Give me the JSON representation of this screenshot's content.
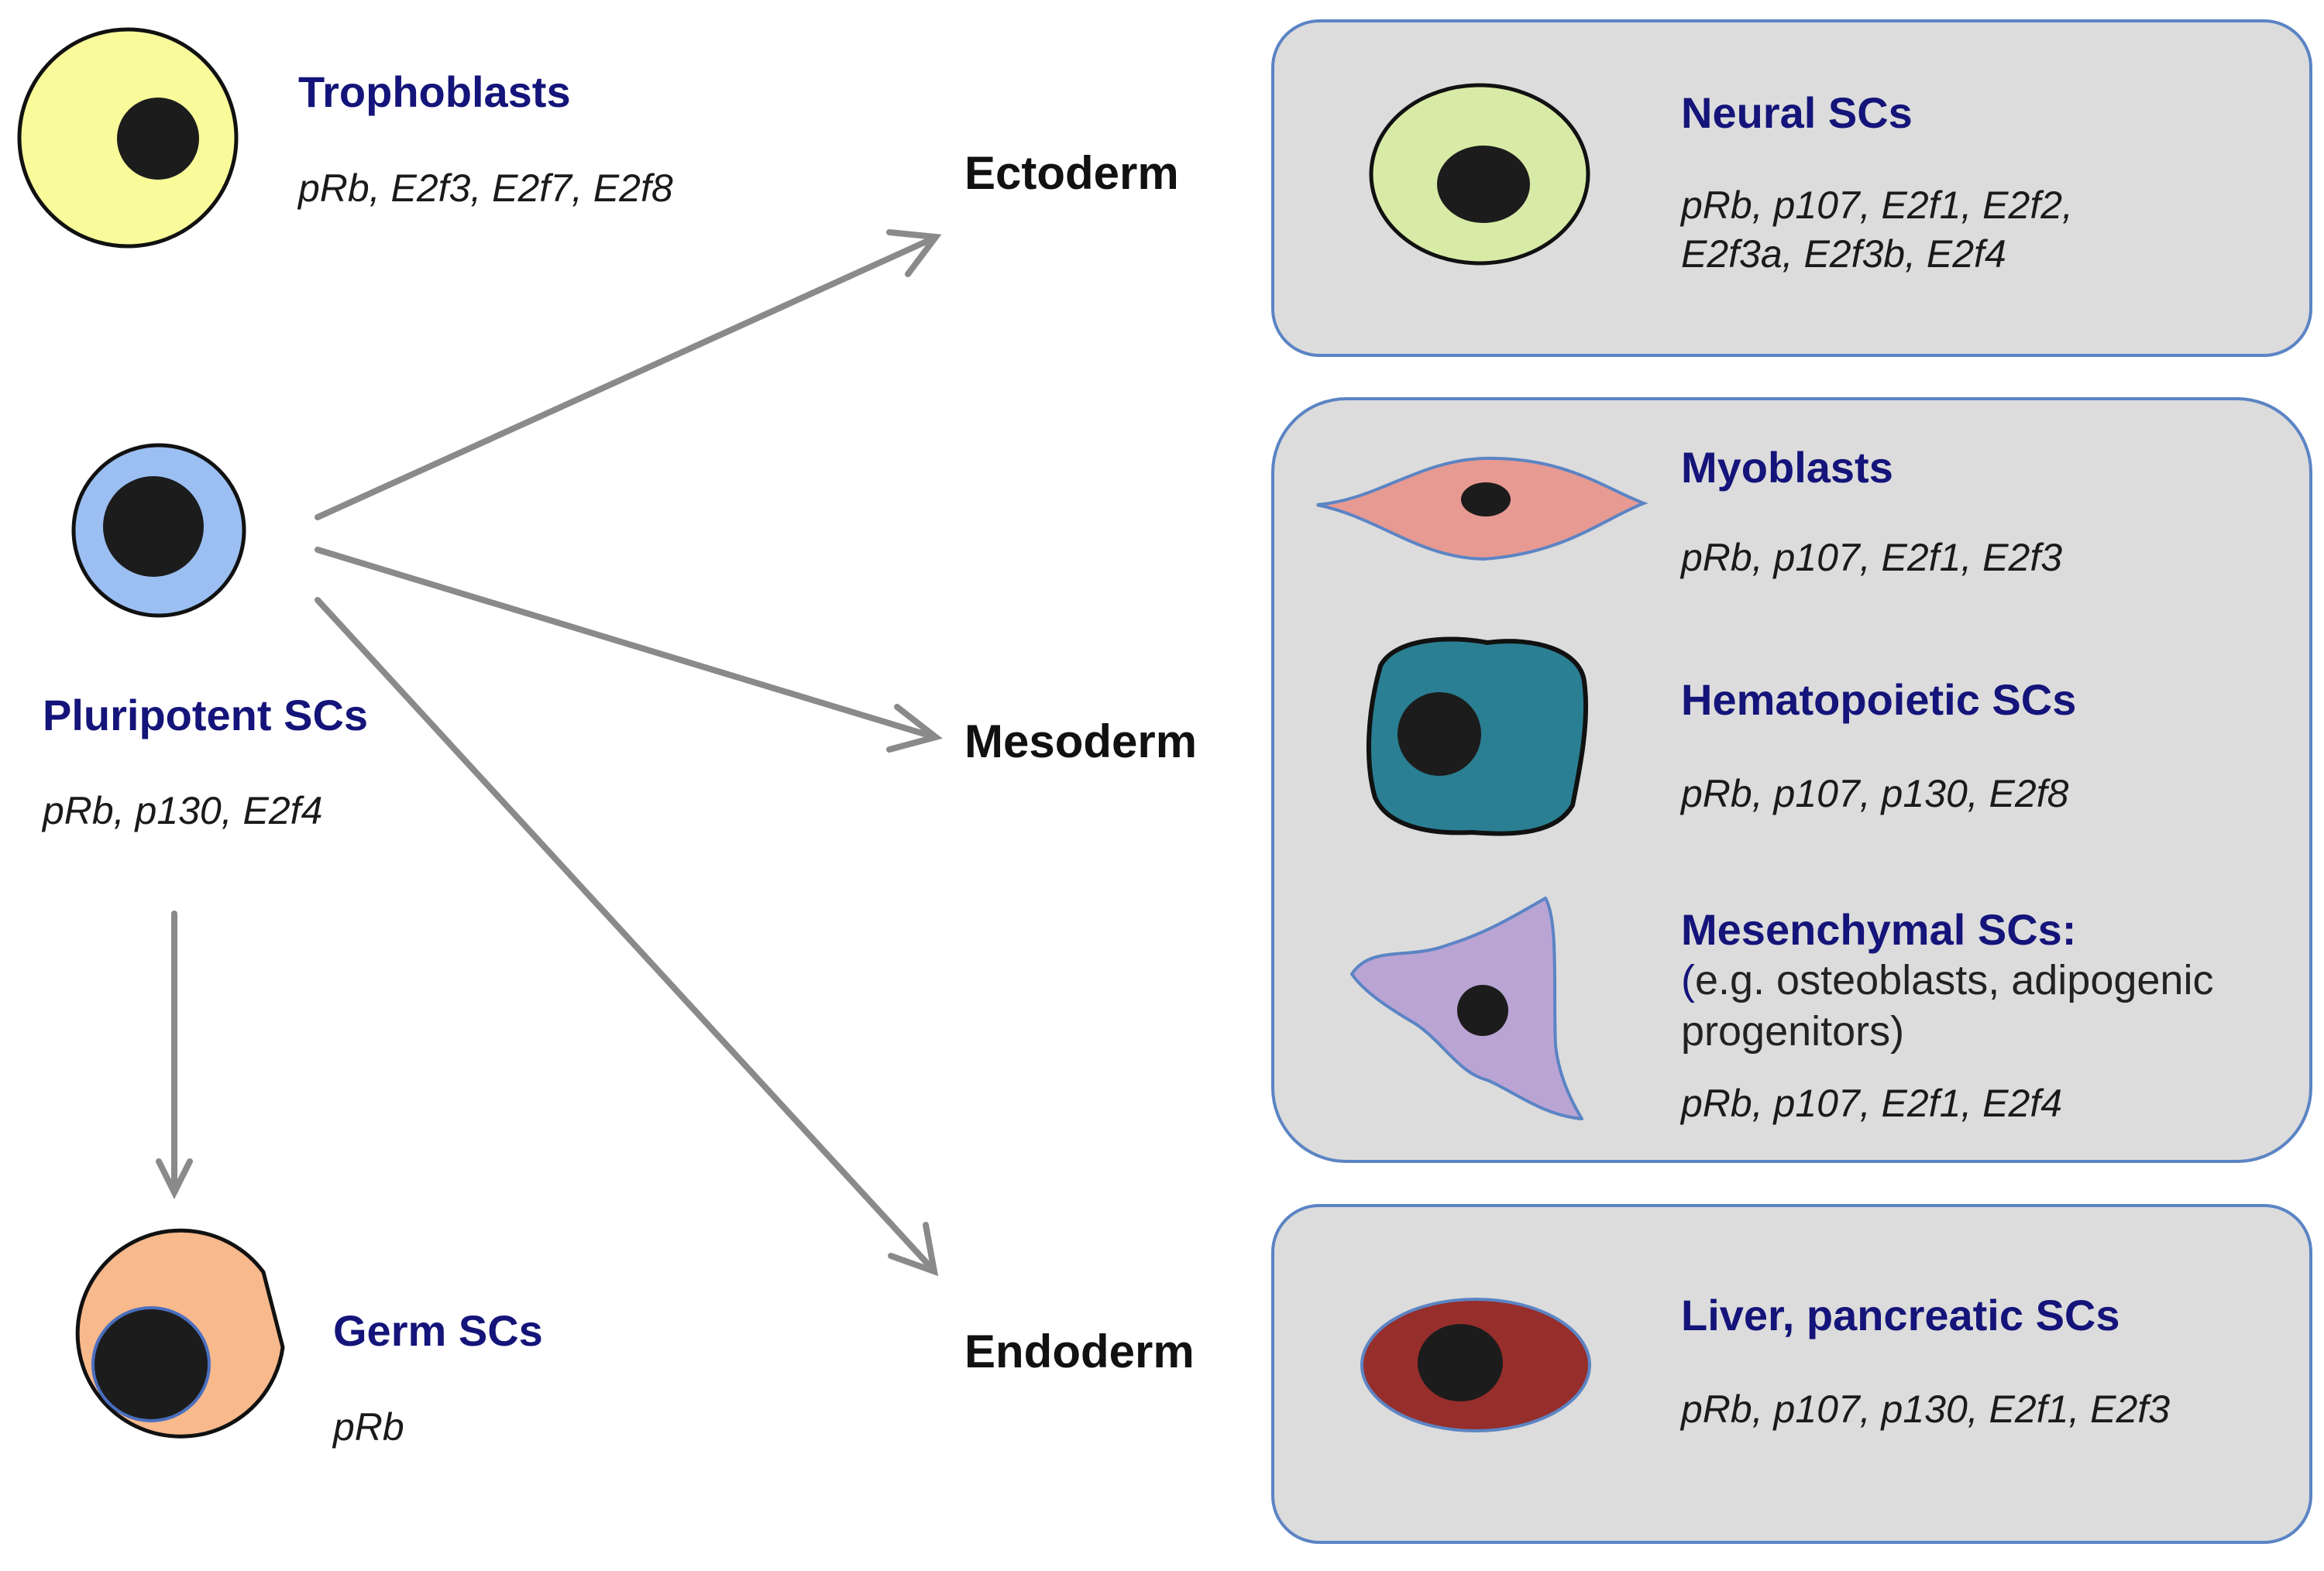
{
  "colors": {
    "panel_fill": "#dcdcdc",
    "panel_border": "#5b84c4",
    "arrow": "#8a8a8a",
    "title_text": "#14147a",
    "trophoblast_cell": "#f9fa9a",
    "pluripotent_cell": "#9bbff2",
    "germ_cell": "#f8b98c",
    "neural_cell": "#d8eba6",
    "myoblast_cell": "#e79a92",
    "hematopoietic_cell": "#2a7f92",
    "mesenchymal_cell": "#b9a4d4",
    "liver_cell": "#962e2c",
    "nucleus": "#1c1c1c"
  },
  "cells": {
    "trophoblasts": {
      "name": "Trophoblasts",
      "genes": "pRb, E2f3, E2f7, E2f8"
    },
    "pluripotent": {
      "name": "Pluripotent SCs",
      "genes": "pRb, p130, E2f4"
    },
    "germ": {
      "name": "Germ SCs",
      "genes": "pRb"
    },
    "neural": {
      "name": "Neural SCs",
      "genes_line1": "pRb, p107, E2f1, E2f2,",
      "genes_line2": "E2f3a, E2f3b, E2f4"
    },
    "myoblasts": {
      "name": "Myoblasts",
      "genes": "pRb, p107, E2f1, E2f3"
    },
    "hematopoietic": {
      "name": "Hematopoietic SCs",
      "genes": "pRb, p107, p130, E2f8"
    },
    "mesenchymal": {
      "name": "Mesenchymal SCs:",
      "note_open": "(",
      "note_line1": "e.g. osteoblasts, adipogenic",
      "note_line2": "progenitors)",
      "genes": "pRb, p107, E2f1, E2f4"
    },
    "liver": {
      "name": "Liver, pancreatic SCs",
      "genes": "pRb, p107, p130, E2f1, E2f3"
    }
  },
  "germ_layers": {
    "ectoderm": "Ectoderm",
    "mesoderm": "Mesoderm",
    "endoderm": "Endoderm"
  }
}
